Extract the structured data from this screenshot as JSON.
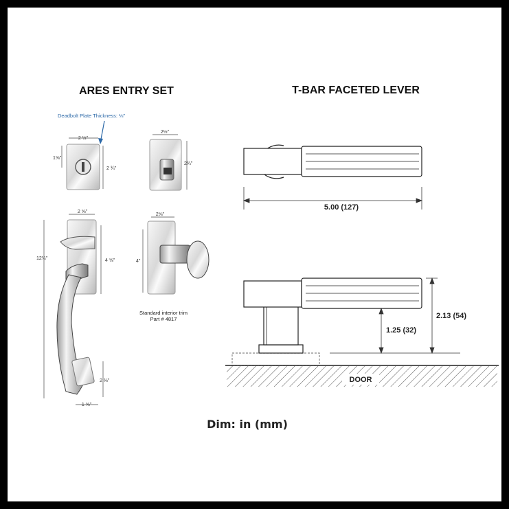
{
  "left_title": "ARES ENTRY SET",
  "right_title": "T-BAR FACETED LEVER",
  "deadbolt_note": "Deadbolt Plate Thickness: ⅛\"",
  "deadbolt_dims": {
    "width": "2 ½\"",
    "height": "2 ¾\"",
    "bore": "1⅝\""
  },
  "thumbturn_dims": {
    "width": "2½\"",
    "height": "2¾\""
  },
  "handle_dims": {
    "total": "12¼\"",
    "plate_width": "2 ⅝\"",
    "plate_height": "4 ⅝\"",
    "bottom_height": "2 ⅜\"",
    "bottom_width": "1 ⅝\""
  },
  "interior_dims": {
    "width": "2⅝\"",
    "height": "4\""
  },
  "interior_note_line1": "Standard interior trim",
  "interior_note_line2": "Part # 4817",
  "lever_length": "5.00 (127)",
  "lever_projection": "1.25 (32)",
  "lever_height": "2.13 (54)",
  "door_label": "DOOR",
  "footer": "Dim: in (mm)"
}
